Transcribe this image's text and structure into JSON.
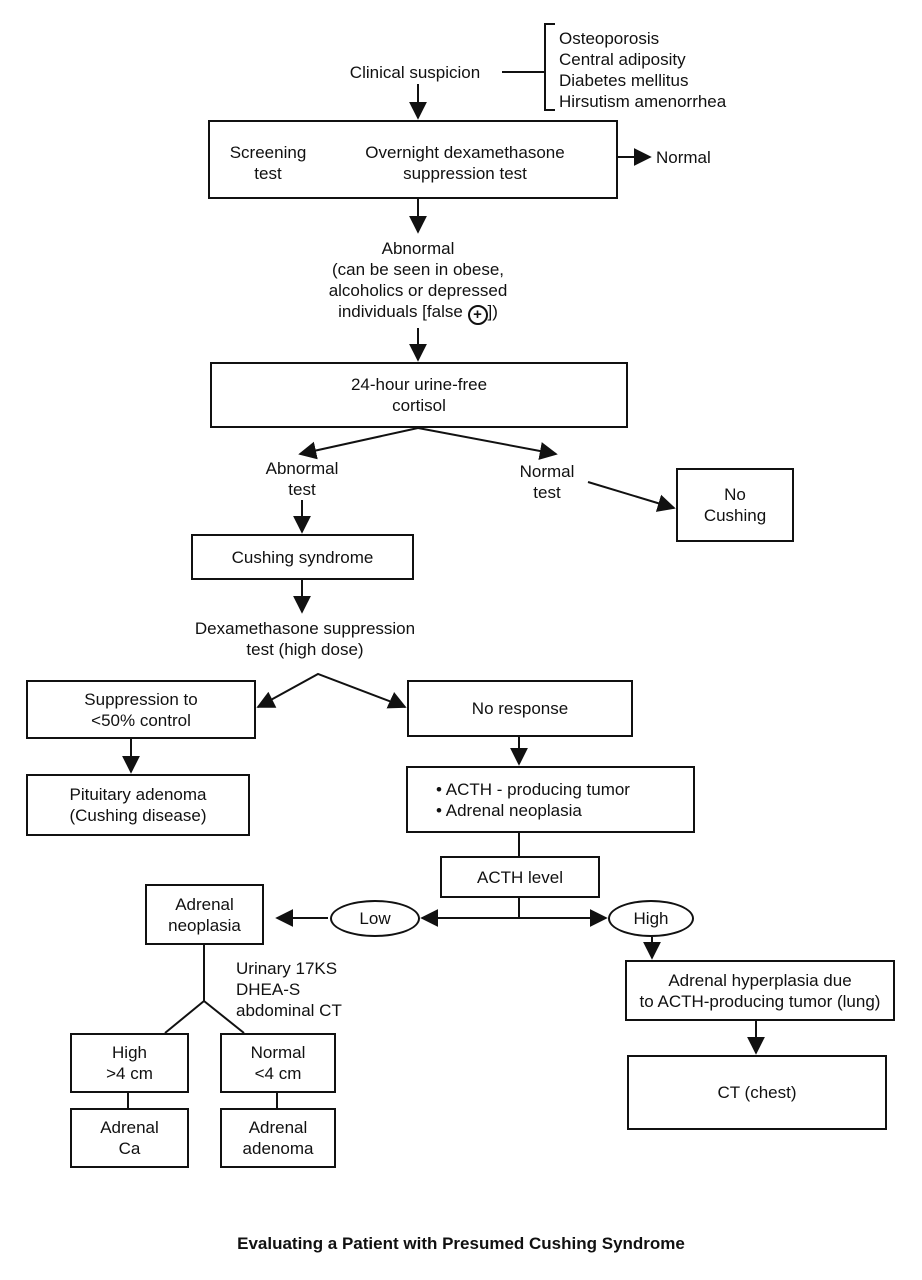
{
  "clinical_suspicion": "Clinical suspicion",
  "symptoms": [
    "Osteoporosis",
    "Central adiposity",
    "Diabetes mellitus",
    "Hirsutism amenorrhea"
  ],
  "screening": {
    "label_1": "Screening",
    "label_2": "test",
    "test_1": "Overnight dexamethasone",
    "test_2": "suppression test"
  },
  "normal_1": "Normal",
  "abnormal_note": [
    "Abnormal",
    "(can be seen in obese,",
    "alcoholics or depressed",
    "individuals [false",
    "])"
  ],
  "plus_symbol": "+",
  "urine": [
    "24-hour urine-free",
    "cortisol"
  ],
  "abnormal_test": [
    "Abnormal",
    "test"
  ],
  "normal_test": [
    "Normal",
    "test"
  ],
  "no_cushing": [
    "No",
    "Cushing"
  ],
  "cushing_syndrome": "Cushing syndrome",
  "dex_high": [
    "Dexamethasone suppression",
    "test (high dose)"
  ],
  "suppression": [
    "Suppression to",
    "<50% control"
  ],
  "no_response": "No response",
  "pituitary": [
    "Pituitary adenoma",
    "(Cushing disease)"
  ],
  "acth_tumor": [
    "• ACTH - producing tumor",
    "• Adrenal neoplasia"
  ],
  "acth_level": "ACTH level",
  "low": "Low",
  "high": "High",
  "adrenal_neoplasia": [
    "Adrenal",
    "neoplasia"
  ],
  "urinary_tests": [
    "Urinary 17KS",
    "DHEA-S",
    "abdominal CT"
  ],
  "high_size": [
    "High",
    ">4 cm"
  ],
  "normal_size": [
    "Normal",
    "<4 cm"
  ],
  "adrenal_ca": [
    "Adrenal",
    "Ca"
  ],
  "adrenal_adenoma": [
    "Adrenal",
    "adenoma"
  ],
  "adrenal_hyperplasia": [
    "Adrenal hyperplasia due",
    "to ACTH-producing tumor (lung)"
  ],
  "ct_chest": "CT (chest)",
  "caption": "Evaluating a Patient with Presumed Cushing Syndrome"
}
